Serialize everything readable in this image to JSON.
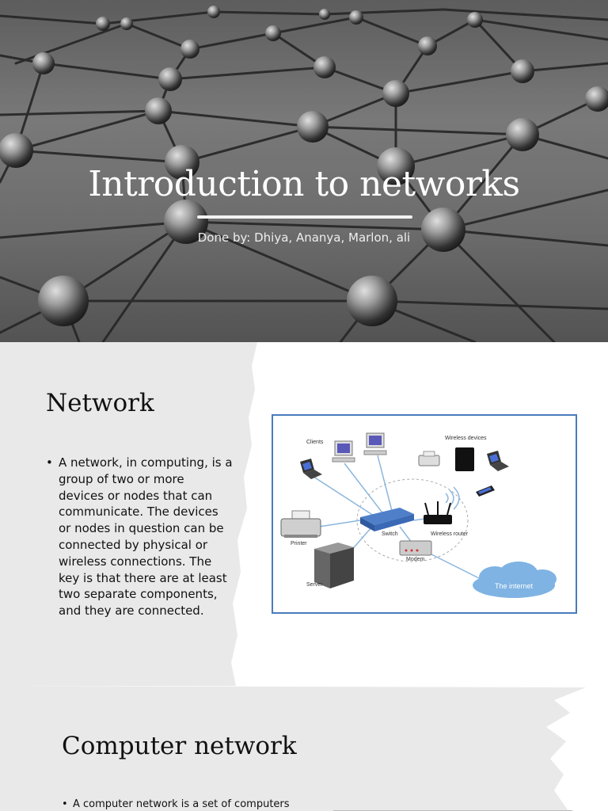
{
  "slides": [
    {
      "title": "Introduction to networks",
      "subtitle": "Done by: Dhiya, Ananya, Marlon, ali"
    },
    {
      "title": "Network",
      "bullets": [
        "A network, in computing, is a group of two or more devices or nodes that can communicate. The devices or nodes in question can be connected by physical or wireless connections. The key is that there are at least two separate components, and they are connected."
      ],
      "diagram": {
        "labels": {
          "clients": "Clients",
          "wireless_devices": "Wireless devices",
          "printer": "Printer",
          "switch": "Switch",
          "wireless_router": "Wireless router",
          "modem": "Modem",
          "server": "Server",
          "internet": "The internet"
        }
      }
    },
    {
      "title": "Computer network",
      "bullets": [
        "A computer network is a set of computers"
      ]
    }
  ],
  "colors": {
    "diagram_border": "#4a7bbd",
    "cloud": "#7fb3e3",
    "panel_gray": "#e9e9e9"
  }
}
